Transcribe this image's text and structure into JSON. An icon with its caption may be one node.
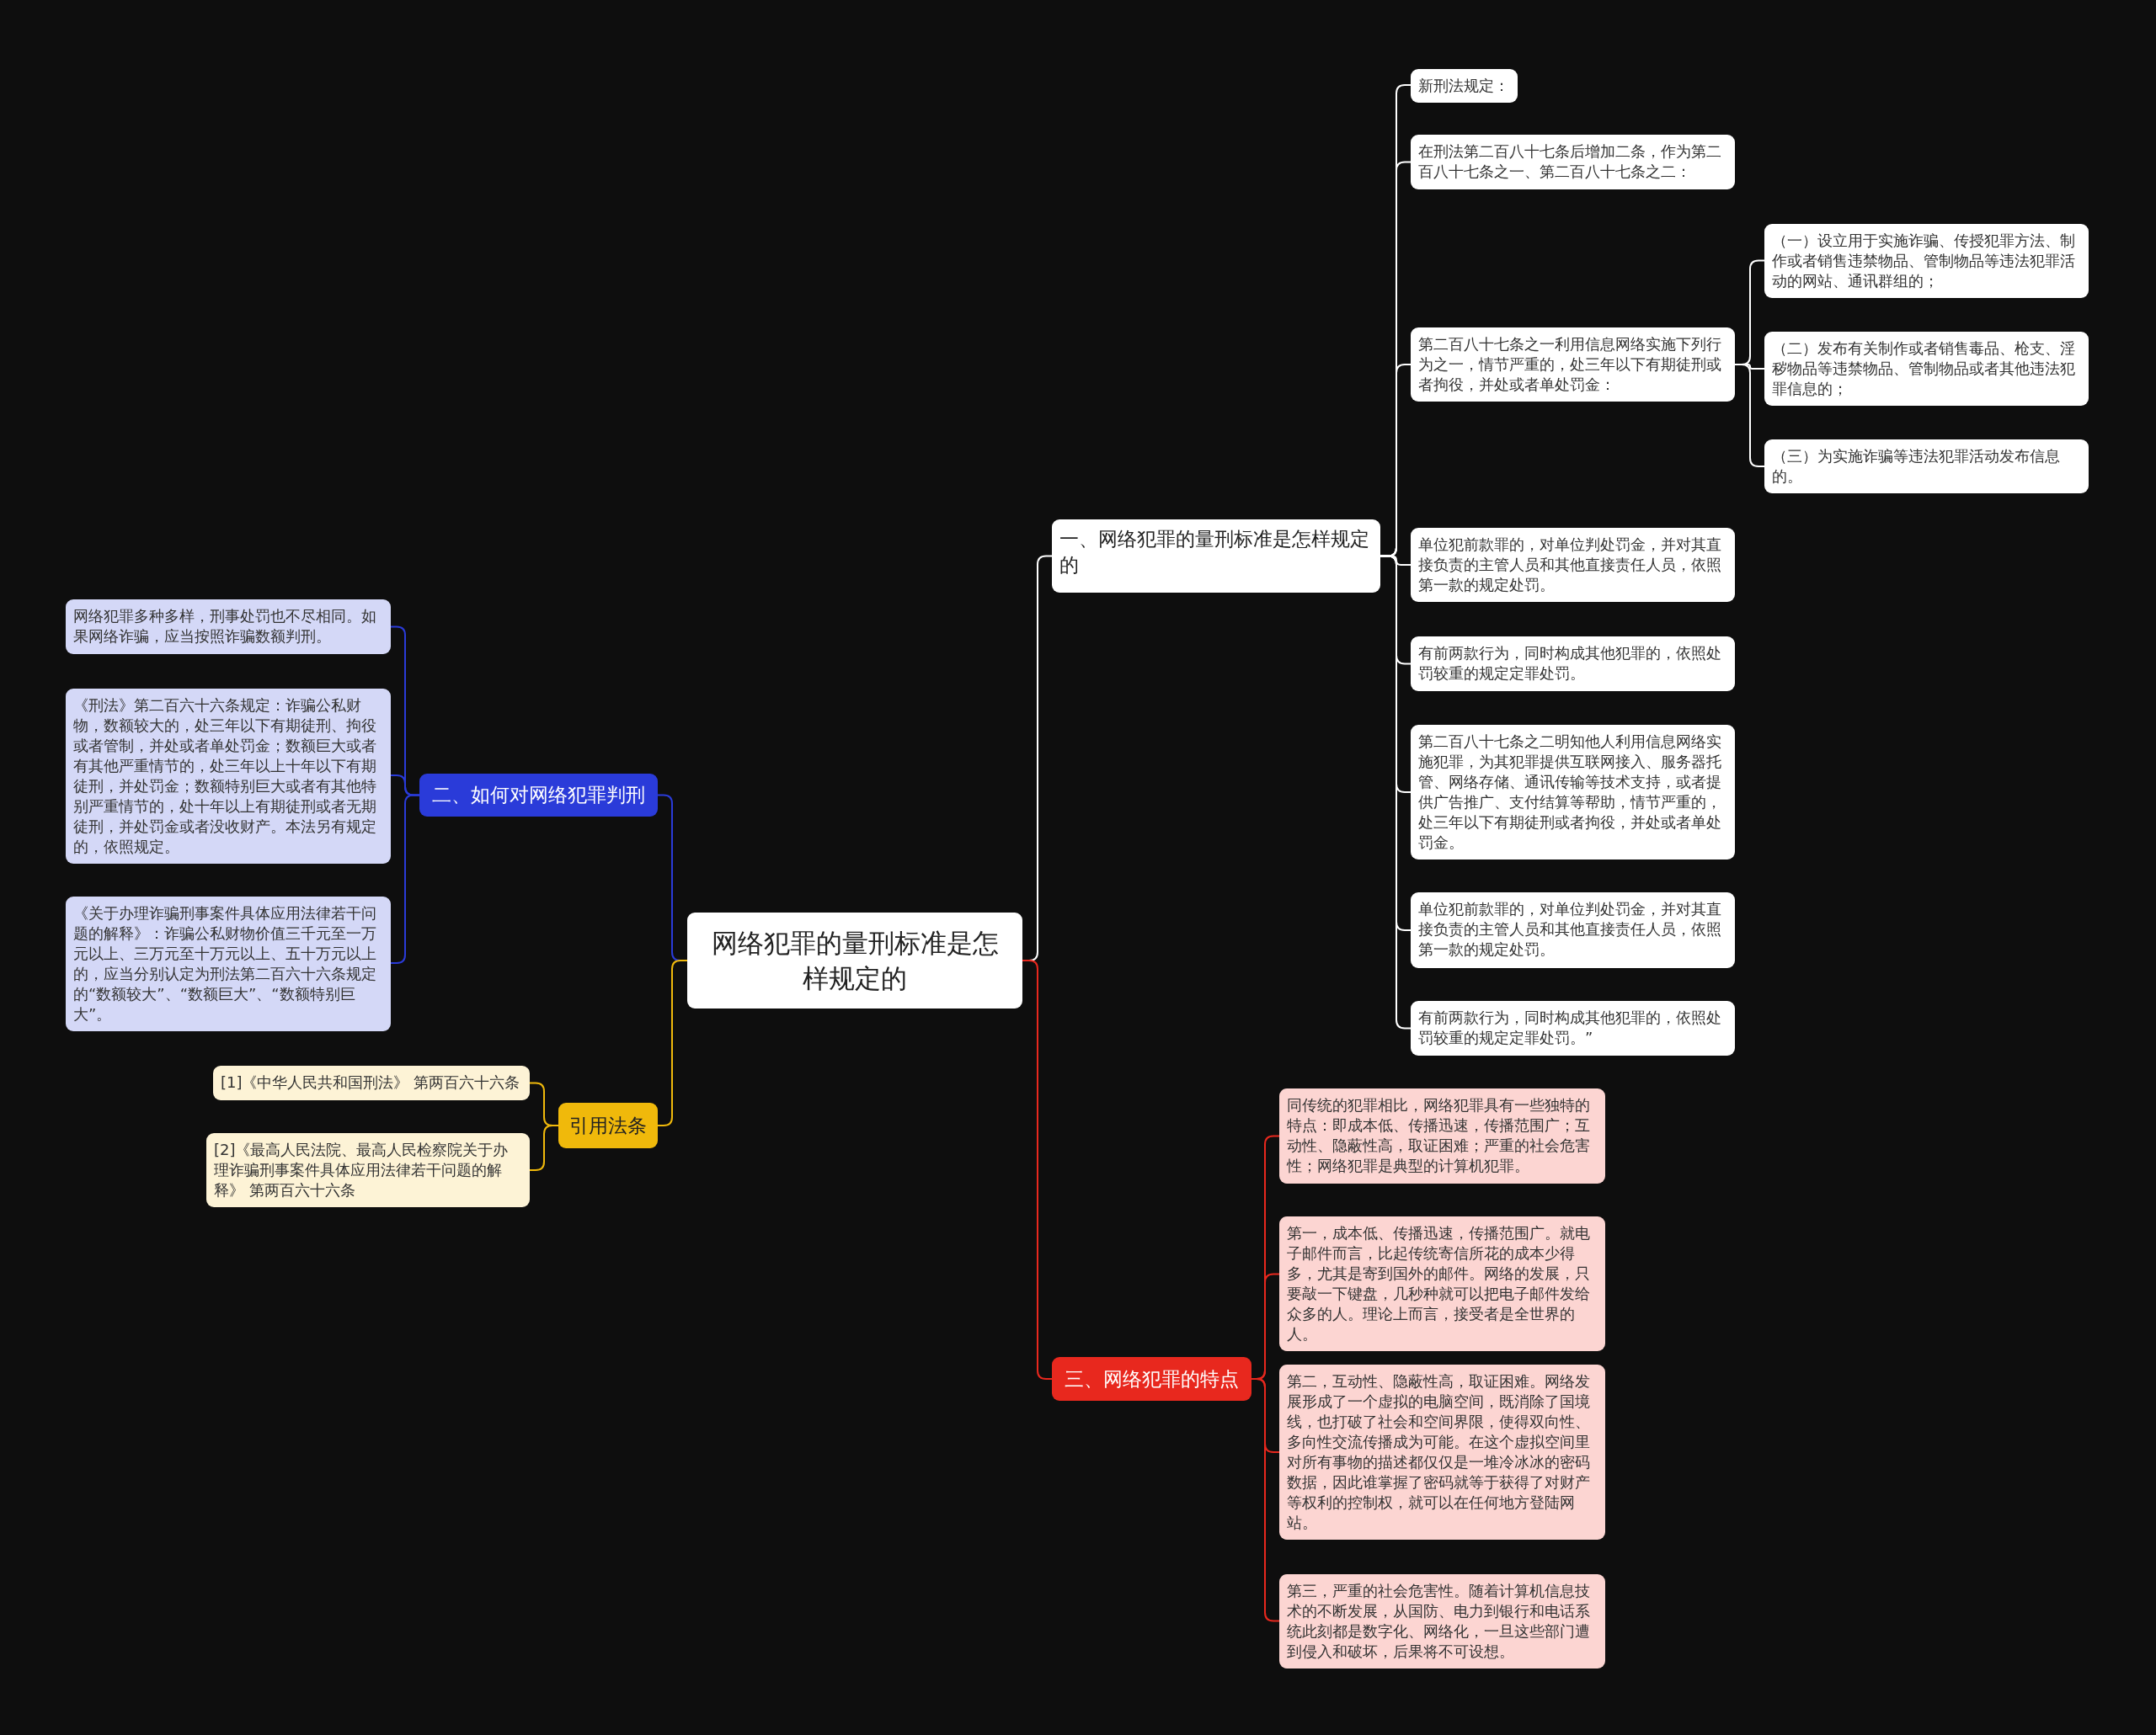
{
  "diagram": {
    "nodes": [
      {
        "text": [
          "网络犯罪的量刑标准是怎样规定的"
        ]
      },
      {
        "text": [
          "一、网络犯罪的量刑标准是怎样规定的"
        ]
      },
      {
        "text": [
          "新刑法规定："
        ]
      },
      {
        "text": [
          "在刑法第二百八十七条后增加二条，作为第二百八十七条之一、第二百八十七条之二："
        ]
      },
      {
        "text": [
          "第二百八十七条之一利用信息网络实施下列行为之一，情节严重的，处三年以下有期徒刑或者拘役，并处或者单处罚金："
        ]
      },
      {
        "text": [
          "（一）设立用于实施诈骗、传授犯罪方法、制作或者销售违禁物品、管制物品等违法犯罪活动的网站、通讯群组的；"
        ]
      },
      {
        "text": [
          "（二）发布有关制作或者销售毒品、枪支、淫秽物品等违禁物品、管制物品或者其他违法犯罪信息的；"
        ]
      },
      {
        "text": [
          "（三）为实施诈骗等违法犯罪活动发布信息的。"
        ]
      },
      {
        "text": [
          "单位犯前款罪的，对单位判处罚金，并对其直接负责的主管人员和其他直接责任人员，依照第一款的规定处罚。"
        ]
      },
      {
        "text": [
          "有前两款行为，同时构成其他犯罪的，依照处罚较重的规定定罪处罚。"
        ]
      },
      {
        "text": [
          "第二百八十七条之二明知他人利用信息网络实施犯罪，为其犯罪提供互联网接入、服务器托管、网络存储、通讯传输等技术支持，或者提供广告推广、支付结算等帮助，情节严重的，处三年以下有期徒刑或者拘役，并处或者单处罚金。"
        ]
      },
      {
        "text": [
          "单位犯前款罪的，对单位判处罚金，并对其直接负责的主管人员和其他直接责任人员，依照第一款的规定处罚。"
        ]
      },
      {
        "text": [
          "有前两款行为，同时构成其他犯罪的，依照处罚较重的规定定罪处罚。”"
        ]
      },
      {
        "text": [
          "二、如何对网络犯罪判刑"
        ]
      },
      {
        "text": [
          "网络犯罪多种多样，刑事处罚也不尽相同。如果网络诈骗，应当按照诈骗数额判刑。"
        ]
      },
      {
        "text": [
          "《刑法》第二百六十六条规定：诈骗公私财物，数额较大的，处三年以下有期徒刑、拘役或者管制，并处或者单处罚金；数额巨大或者有其他严重情节的，处三年以上十年以下有期徒刑，并处罚金；数额特别巨大或者有其他特别严重情节的，处十年以上有期徒刑或者无期徒刑，并处罚金或者没收财产。本法另有规定的，依照规定。"
        ]
      },
      {
        "text": [
          "《关于办理诈骗刑事案件具体应用法律若干问题的解释》：诈骗公私财物价值三千元至一万元以上、三万元至十万元以上、五十万元以上的，应当分别认定为刑法第二百六十六条规定的“数额较大”、“数额巨大”、“数额特别巨大”。"
        ]
      },
      {
        "text": [
          "引用法条"
        ]
      },
      {
        "text": [
          "[1]《中华人民共和国刑法》 第两百六十六条"
        ]
      },
      {
        "text": [
          "[2]《最高人民法院、最高人民检察院关于办理诈骗刑事案件具体应用法律若干问题的解释》 第两百六十六条"
        ]
      },
      {
        "text": [
          "三、网络犯罪的特点"
        ]
      },
      {
        "text": [
          "同传统的犯罪相比，网络犯罪具有一些独特的特点：即成本低、传播迅速，传播范围广；互动性、隐蔽性高，取证困难；严重的社会危害性；网络犯罪是典型的计算机犯罪。"
        ]
      },
      {
        "text": [
          "第一，成本低、传播迅速，传播范围广。就电子邮件而言，比起传统寄信所花的成本少得多，尤其是寄到国外的邮件。网络的发展，只要敲一下键盘，几秒种就可以把电子邮件发给众多的人。理论上而言，接受者是全世界的人。"
        ]
      },
      {
        "text": [
          "第二，互动性、隐蔽性高，取证困难。网络发展形成了一个虚拟的电脑空间，既消除了国境线，也打破了社会和空间界限，使得双向性、多向性交流传播成为可能。在这个虚拟空间里对所有事物的描述都仅仅是一堆冷冰冰的密码数据，因此谁掌握了密码就等于获得了对财产等权利的控制权，就可以在任何地方登陆网站。"
        ]
      },
      {
        "text": [
          "第三，严重的社会危害性。随着计算机信息技术的不断发展，从国防、电力到银行和电话系统此刻都是数字化、网络化，一旦这些部门遭到侵入和破坏，后果将不可设想。"
        ]
      }
    ],
    "edges": [
      {
        "from": 0,
        "to": 1,
        "arrow": "none"
      },
      {
        "from": 1,
        "to": 2,
        "arrow": "none"
      },
      {
        "from": 1,
        "to": 3,
        "arrow": "none"
      },
      {
        "from": 1,
        "to": 4,
        "arrow": "none"
      },
      {
        "from": 4,
        "to": 5,
        "arrow": "none"
      },
      {
        "from": 4,
        "to": 6,
        "arrow": "none"
      },
      {
        "from": 4,
        "to": 7,
        "arrow": "none"
      },
      {
        "from": 1,
        "to": 8,
        "arrow": "none"
      },
      {
        "from": 1,
        "to": 9,
        "arrow": "none"
      },
      {
        "from": 1,
        "to": 10,
        "arrow": "none"
      },
      {
        "from": 1,
        "to": 11,
        "arrow": "none"
      },
      {
        "from": 1,
        "to": 12,
        "arrow": "none"
      },
      {
        "from": 0,
        "to": 13,
        "arrow": "none",
        "color": "#2a3bd9"
      },
      {
        "from": 13,
        "to": 14,
        "arrow": "none",
        "color": "#2a3bd9"
      },
      {
        "from": 13,
        "to": 15,
        "arrow": "none",
        "color": "#2a3bd9"
      },
      {
        "from": 13,
        "to": 16,
        "arrow": "none",
        "color": "#2a3bd9"
      },
      {
        "from": 0,
        "to": 17,
        "arrow": "none",
        "color": "#f0b90b"
      },
      {
        "from": 17,
        "to": 18,
        "arrow": "none",
        "color": "#f0b90b"
      },
      {
        "from": 17,
        "to": 19,
        "arrow": "none",
        "color": "#f0b90b"
      },
      {
        "from": 0,
        "to": 20,
        "arrow": "none",
        "color": "#e8281e"
      },
      {
        "from": 20,
        "to": 21,
        "arrow": "none",
        "color": "#e8281e"
      },
      {
        "from": 20,
        "to": 22,
        "arrow": "none",
        "color": "#e8281e"
      },
      {
        "from": 20,
        "to": 23,
        "arrow": "none",
        "color": "#e8281e"
      },
      {
        "from": 20,
        "to": 24,
        "arrow": "none",
        "color": "#e8281e"
      }
    ]
  }
}
